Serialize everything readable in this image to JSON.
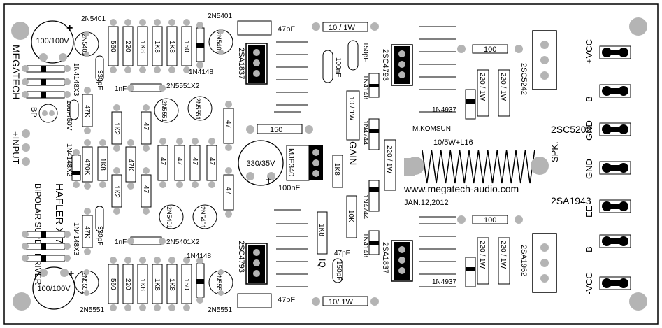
{
  "board": {
    "title": "HAFLER X-7",
    "subtitle": "BIPOLAR SUPER DRIVER",
    "brand": "MEGATECH",
    "designer": "M.KOMSUN",
    "website": "www.megatech-audio.com",
    "date": "JAN.12,2012"
  },
  "labels": {
    "input_left": "+INPUT-",
    "bp": "BP",
    "cap_main_top": "100/100V",
    "cap_main_bot": "100/100V",
    "cap_10uf": "10uF/50V",
    "cap_330_35": "330/35V",
    "mje340": "MJE340",
    "c100nf_1": "100nF",
    "c100nf_2": "100nF",
    "r150_mid": "150",
    "gain": "GAIN",
    "iq": "IQ.",
    "inductor": "10/5W+L16",
    "r220_vert": "220 / 1W",
    "spk": "SPK.",
    "pair_top": "2SC5200",
    "pair_bot": "2SA1943"
  },
  "terminals": [
    "+VCC",
    "B",
    "GND",
    "GND",
    "EE",
    "B",
    "-VCC"
  ],
  "top_transistors": [
    "2N5401",
    "2N5401",
    "2N5401"
  ],
  "bottom_transistors": [
    "2N5551",
    "2N5551",
    "2N5551"
  ],
  "top_resistor_row": [
    "560",
    "220",
    "1K8",
    "1K8",
    "1K8",
    "150"
  ],
  "bottom_resistor_row": [
    "560",
    "220",
    "1K8",
    "1K8",
    "1K8",
    "150"
  ],
  "diode_labels": {
    "d_top": "1N4148",
    "d_top_x3": "1N4148X3",
    "d_mid_x2": "1N4148X2",
    "d_bot_x3": "1N4148X3",
    "d_bot": "1N4148",
    "pair_top_x2": "2N5551X2",
    "pair_bot_x2": "2N5401X2",
    "z1": "1N4744",
    "z2": "1N4744",
    "d_right_top": "1N4148",
    "d_right_bot": "1N4148",
    "d_1n4937_top": "1N4937",
    "d_1n4937_bot": "1N4937"
  },
  "small_caps": {
    "c1nf_top": "1nF",
    "c1nf_bot": "1nF",
    "c330pf_top": "330pF",
    "c330pf_bot": "330pF",
    "c47pf_top": "47pF",
    "c47pf_bot": "47pF",
    "c47pf_mid": "47pF",
    "c150pf_top": "150pF",
    "c150pf_bot": "150pF",
    "c100nf_v": "100nF"
  },
  "mid_resistors": {
    "r47k_a": "47K",
    "r47k_b": "47K",
    "r470k": "470K",
    "r1k8_a": "1K8",
    "r1k2_a": "1K2",
    "r1k2_b": "1K2",
    "r47k_c": "47K",
    "r47_1": "47",
    "r47_2": "47",
    "r47_3": "47",
    "r47_4": "47",
    "r47_5": "47",
    "r47_6": "47",
    "r47_7": "47",
    "r47_8": "47",
    "r1k8_c": "1K8",
    "r1k8_b": "1K8",
    "r10k": "10K",
    "r10_1w_v": "10 / 1W",
    "r10_1w_top": "10 / 1W",
    "r10_1w_bot": "10/ 1W",
    "r100_top": "100",
    "r100_bot": "100",
    "r220_1": "220 / 1W",
    "r220_2": "220 / 1W",
    "r220_3": "220 / 1W",
    "r220_4": "220 / 1W"
  },
  "drivers": {
    "q_2sa1837_top": "2SA1837",
    "q_2sc4793_top": "2SC4793",
    "q_2sc4793_bot": "2SC4793",
    "q_2sa1837_bot": "2SA1837",
    "q_2sc5242": "2SC5242",
    "q_2sa1962": "2SA1962"
  },
  "mid_transistors": [
    "2N5551",
    "2N5551",
    "2N5401",
    "2N5401"
  ]
}
